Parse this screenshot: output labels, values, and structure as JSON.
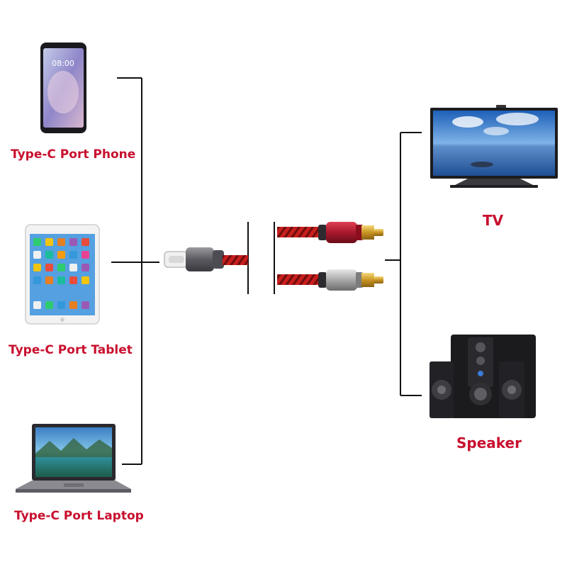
{
  "sources": [
    {
      "label": "Type-C Port Phone",
      "icon": "smartphone-icon",
      "screen_text": "08:00"
    },
    {
      "label": "Type-C Port Tablet",
      "icon": "tablet-icon"
    },
    {
      "label": "Type-C Port Laptop",
      "icon": "laptop-icon"
    }
  ],
  "outputs": [
    {
      "label": "TV",
      "icon": "tv-icon"
    },
    {
      "label": "Speaker",
      "icon": "speaker-system-icon"
    }
  ],
  "colors": {
    "label": "#c8102e",
    "line": "#111111",
    "cable": "#c81e1e",
    "rca_red_ring": "#b0172a",
    "rca_white_ring": "#b8b8b8",
    "gold_tip": "#d4a52a"
  }
}
